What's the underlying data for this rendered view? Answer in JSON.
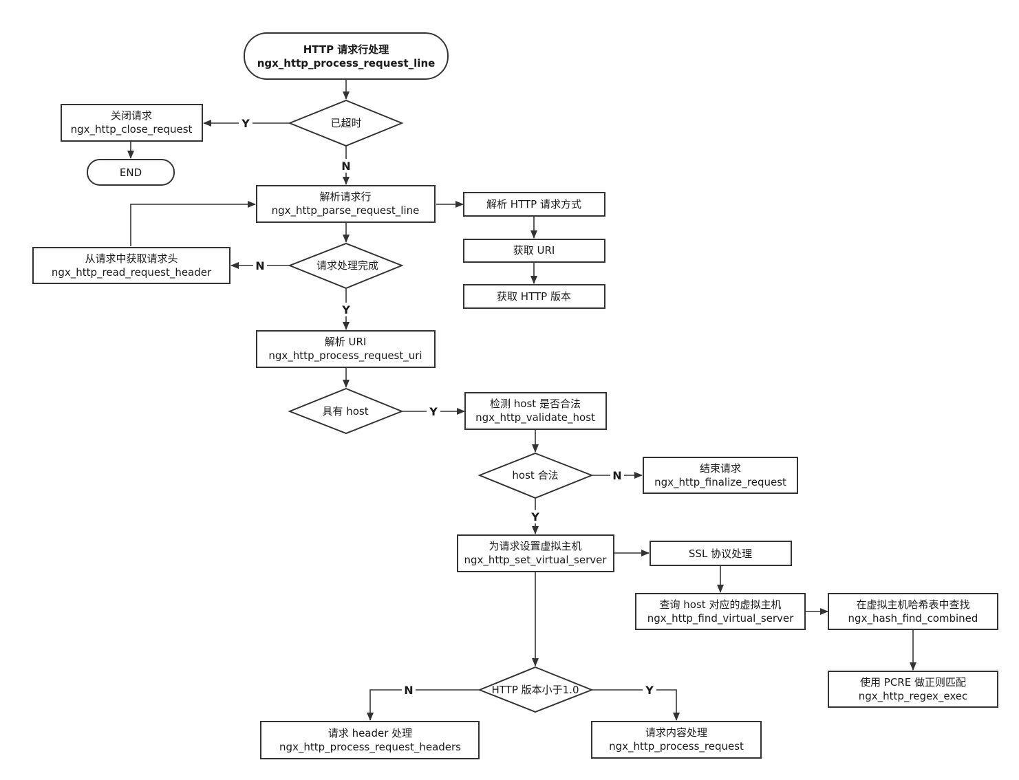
{
  "nodes": {
    "start": {
      "line1": "HTTP 请求行处理",
      "line2": "ngx_http_process_request_line"
    },
    "timeout": {
      "label": "已超时"
    },
    "close": {
      "line1": "关闭请求",
      "line2": "ngx_http_close_request"
    },
    "end": {
      "label": "END"
    },
    "parse_line": {
      "line1": "解析请求行",
      "line2": "ngx_http_parse_request_line"
    },
    "parse_method": {
      "label": "解析 HTTP 请求方式"
    },
    "get_uri": {
      "label": "获取 URI"
    },
    "get_version": {
      "label": "获取 HTTP 版本"
    },
    "read_header": {
      "line1": "从请求中获取请求头",
      "line2": "ngx_http_read_request_header"
    },
    "done": {
      "label": "请求处理完成"
    },
    "parse_uri": {
      "line1": "解析 URI",
      "line2": "ngx_http_process_request_uri"
    },
    "has_host": {
      "label": "具有 host"
    },
    "validate_host": {
      "line1": "检测 host 是否合法",
      "line2": "ngx_http_validate_host"
    },
    "host_ok": {
      "label": "host 合法"
    },
    "finalize": {
      "line1": "结束请求",
      "line2": "ngx_http_finalize_request"
    },
    "set_server": {
      "line1": "为请求设置虚拟主机",
      "line2": "ngx_http_set_virtual_server"
    },
    "ssl": {
      "label": "SSL 协议处理"
    },
    "find_server": {
      "line1": "查询 host 对应的虚拟主机",
      "line2": "ngx_http_find_virtual_server"
    },
    "hash_find": {
      "line1": "在虚拟主机哈希表中查找",
      "line2": "ngx_hash_find_combined"
    },
    "regex": {
      "line1": "使用 PCRE 做正则匹配",
      "line2": "ngx_http_regex_exec"
    },
    "version_lt": {
      "label": "HTTP 版本小于1.0"
    },
    "headers": {
      "line1": "请求 header 处理",
      "line2": "ngx_http_process_request_headers"
    },
    "process": {
      "line1": "请求内容处理",
      "line2": "ngx_http_process_request"
    }
  },
  "edge_labels": {
    "timeout_yes": "Y",
    "timeout_no": "N",
    "done_no": "N",
    "done_yes": "Y",
    "host_yes": "Y",
    "host_ok_no": "N",
    "host_ok_yes": "Y",
    "version_no": "N",
    "version_yes": "Y"
  }
}
